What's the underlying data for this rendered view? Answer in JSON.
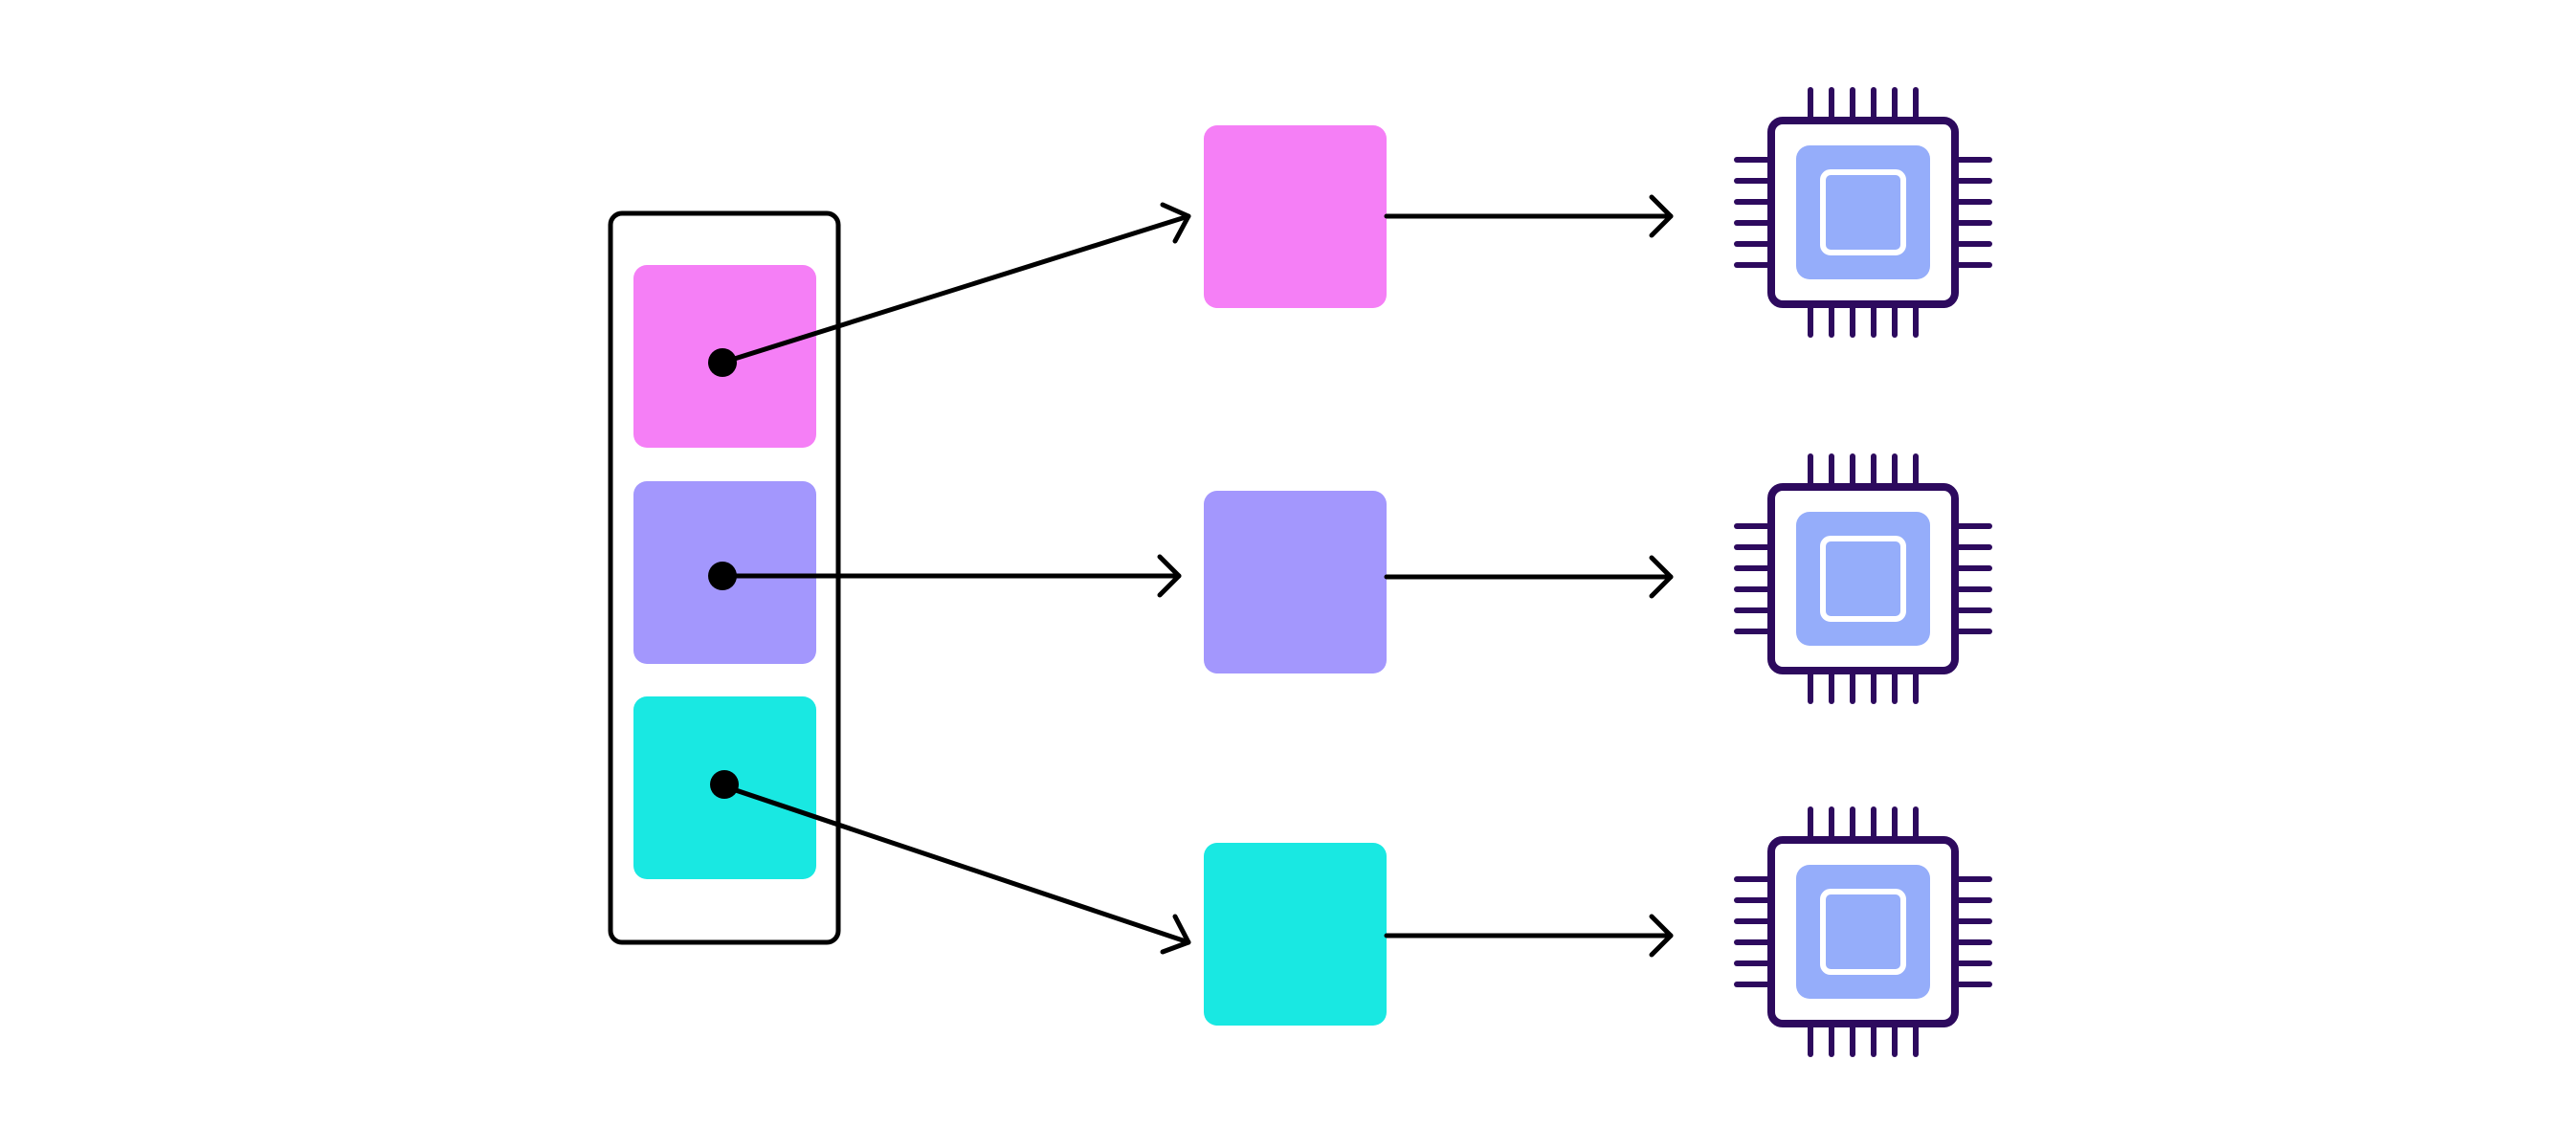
{
  "colors": {
    "background": "#ffffff",
    "line": "#000000",
    "pink": "#f57ff6",
    "purple": "#a397fd",
    "cyan": "#19e8e2",
    "chip_outline": "#2d0a5e",
    "chip_core": "#95adfa",
    "chip_inner_outline": "#ffffff"
  },
  "batch": {
    "items": [
      {
        "id": "item-1",
        "color": "pink"
      },
      {
        "id": "item-2",
        "color": "purple"
      },
      {
        "id": "item-3",
        "color": "cyan"
      }
    ]
  },
  "outputs": [
    {
      "id": "block-1",
      "color": "pink"
    },
    {
      "id": "block-2",
      "color": "purple"
    },
    {
      "id": "block-3",
      "color": "cyan"
    }
  ],
  "chips": [
    {
      "id": "chip-1",
      "icon": "cpu-chip-icon"
    },
    {
      "id": "chip-2",
      "icon": "cpu-chip-icon"
    },
    {
      "id": "chip-3",
      "icon": "cpu-chip-icon"
    }
  ]
}
